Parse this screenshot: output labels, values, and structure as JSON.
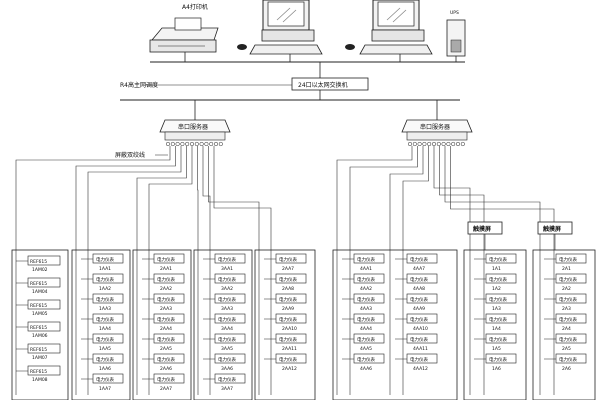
{
  "top_devices": {
    "printer_label": "A4打印机",
    "ups_label": "UPS"
  },
  "network": {
    "switch_label": "24口以太网交换机",
    "ethernet_label": "R4高主网调度",
    "fieldbus_label": "屏蔽双绞线"
  },
  "serial_servers": [
    {
      "label": "串口服务器"
    },
    {
      "label": "串口服务器"
    }
  ],
  "touchscreens": [
    {
      "label": "触摸屏"
    },
    {
      "label": "触摸屏"
    }
  ],
  "relay_cabinet": {
    "units": [
      {
        "model": "REF615",
        "code": "1AM02"
      },
      {
        "model": "REF615",
        "code": "1AM04"
      },
      {
        "model": "REF615",
        "code": "1AM05"
      },
      {
        "model": "REF615",
        "code": "1AM06"
      },
      {
        "model": "REF615",
        "code": "1AM07"
      },
      {
        "model": "REF615",
        "code": "1AM08"
      }
    ]
  },
  "meter_label": "电力仪表",
  "meter_columns": [
    {
      "codes": [
        "1AA1",
        "1AA2",
        "1AA3",
        "1AA4",
        "1AA5",
        "1AA6",
        "1AA7"
      ]
    },
    {
      "codes": [
        "2AA1",
        "2AA2",
        "2AA3",
        "2AA4",
        "2AA5",
        "2AA6",
        "2AA7"
      ]
    },
    {
      "codes": [
        "3AA1",
        "3AA2",
        "3AA3",
        "3AA4",
        "3AA5",
        "3AA6",
        "3AA7"
      ]
    },
    {
      "codes": [
        "2AA7",
        "2AA8",
        "2AA9",
        "2AA10",
        "2AA11",
        "2AA12"
      ]
    },
    {
      "codes": [
        "4AA1",
        "4AA2",
        "4AA3",
        "4AA4",
        "4AA5",
        "4AA6"
      ]
    },
    {
      "codes": [
        "4AA7",
        "4AA8",
        "4AA9",
        "4AA10",
        "4AA11",
        "4AA12"
      ]
    },
    {
      "codes": [
        "1A1",
        "1A2",
        "1A3",
        "1A4",
        "1A5",
        "1A6"
      ]
    },
    {
      "codes": [
        "2A1",
        "2A2",
        "2A3",
        "2A4",
        "2A5",
        "2A6"
      ]
    }
  ]
}
